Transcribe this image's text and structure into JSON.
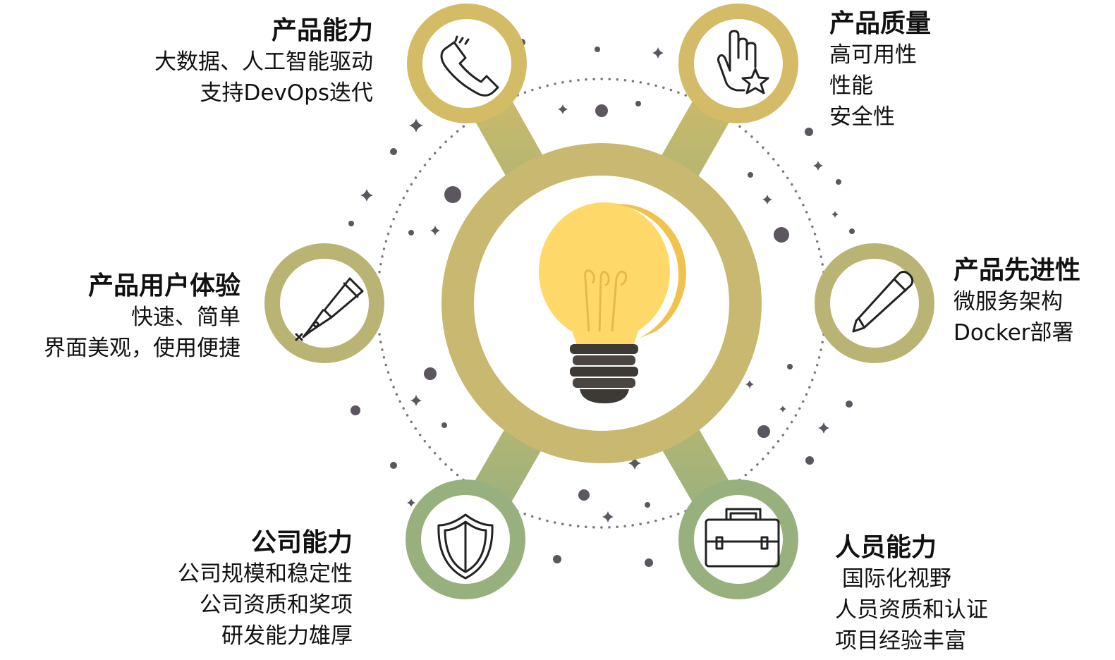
{
  "colors": {
    "gradient_top": "#d4bb66",
    "gradient_bottom": "#93b080",
    "bulb": "#fed96a",
    "bulb_shade": "#f2c24f",
    "bulb_base": "#3d3935",
    "dot": "#5b565f"
  },
  "nodes": [
    {
      "id": "top-left",
      "icon": "phone-icon",
      "title": "产品能力",
      "lines": [
        "大数据、人工智能驱动",
        "支持DevOps迭代"
      ]
    },
    {
      "id": "top-right",
      "icon": "hand-star-icon",
      "title": "产品质量",
      "lines": [
        "高可用性",
        "性能",
        "安全性"
      ]
    },
    {
      "id": "mid-left",
      "icon": "pen-nib-icon",
      "title": "产品用户体验",
      "lines": [
        "快速、简单",
        "界面美观，使用便捷"
      ]
    },
    {
      "id": "mid-right",
      "icon": "pencil-icon",
      "title": "产品先进性",
      "lines": [
        "微服务架构",
        "Docker部署"
      ]
    },
    {
      "id": "bottom-left",
      "icon": "shield-icon",
      "title": "公司能力",
      "lines": [
        "公司规模和稳定性",
        "公司资质和奖项",
        "研发能力雄厚"
      ]
    },
    {
      "id": "bottom-right",
      "icon": "briefcase-icon",
      "title": "人员能力",
      "lines": [
        " 国际化视野",
        "人员资质和认证",
        "项目经验丰富"
      ]
    }
  ],
  "center": {
    "icon": "lightbulb-icon"
  }
}
